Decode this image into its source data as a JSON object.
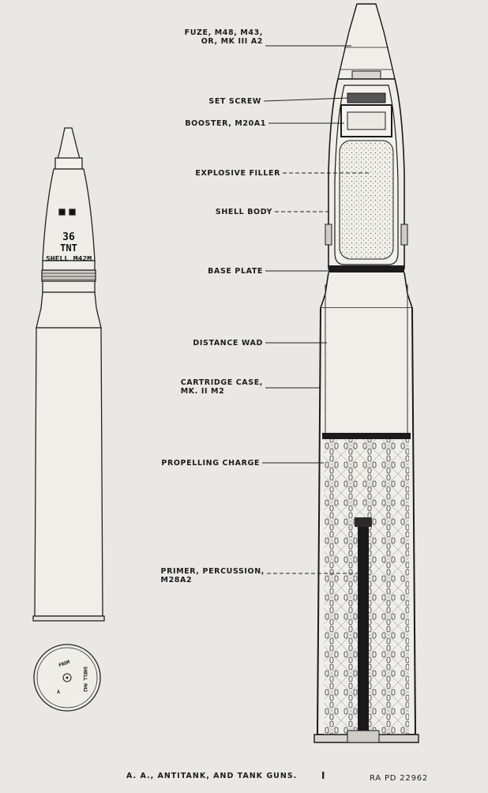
{
  "shell_markings": {
    "line1": "36",
    "line2": "TNT",
    "line3": "SHELL M42M"
  },
  "base_markings": {
    "top": "FROM",
    "right": "SHELL M42",
    "bottom": "A"
  },
  "labels": {
    "fuze": [
      "FUZE, M48, M43,",
      "OR, MK III A2"
    ],
    "set_screw": "SET SCREW",
    "booster": "BOOSTER, M20A1",
    "explosive_filler": "EXPLOSIVE FILLER",
    "shell_body": "SHELL BODY",
    "base_plate": "BASE PLATE",
    "distance_wad": "DISTANCE WAD",
    "cartridge_case": [
      "CARTRIDGE CASE,",
      "MK. II M2"
    ],
    "propelling_charge": "PROPELLING CHARGE",
    "primer": [
      "PRIMER, PERCUSSION,",
      "M28A2"
    ]
  },
  "footer": {
    "caption": "A. A., ANTITANK, AND TANK GUNS.",
    "page_mark": "I",
    "ref": "RA PD 22962"
  }
}
